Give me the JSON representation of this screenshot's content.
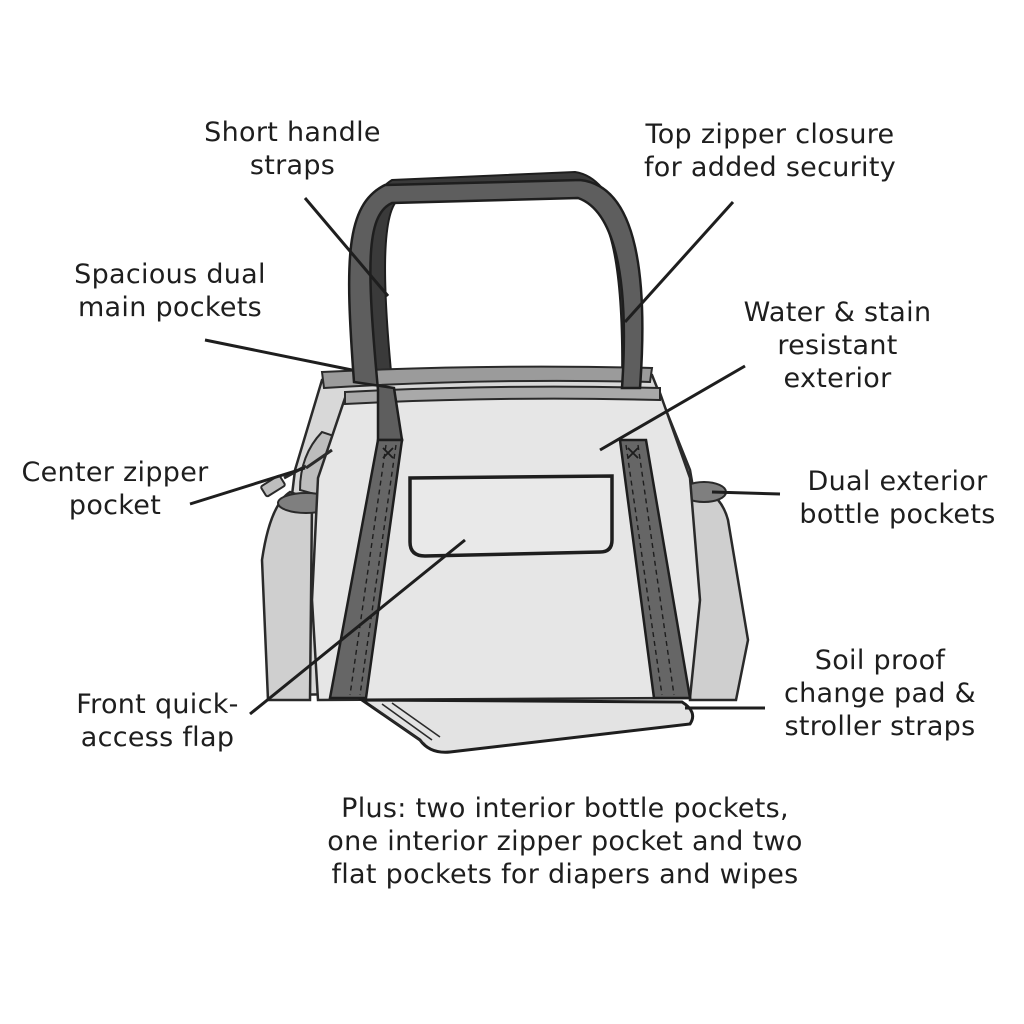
{
  "callouts": {
    "short_handle": "Short handle\nstraps",
    "top_zipper": "Top zipper closure\nfor added security",
    "main_pockets": "Spacious dual\nmain pockets",
    "water_stain": "Water & stain\nresistant\nexterior",
    "center_zipper": "Center zipper\npocket",
    "bottle_pockets": "Dual exterior\nbottle pockets",
    "front_flap": "Front quick-\naccess flap",
    "soil_proof": "Soil proof\nchange pad &\nstroller straps"
  },
  "footnote": "Plus: two interior bottle pockets,\none interior zipper pocket and two\nflat pockets for diapers and wipes"
}
